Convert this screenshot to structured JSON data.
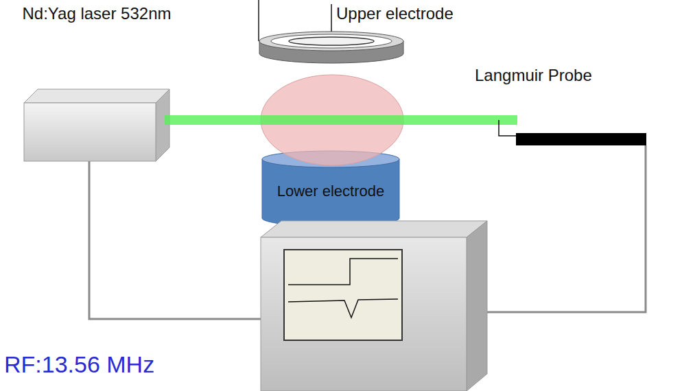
{
  "diagram": {
    "nodes": [
      {
        "text": [
          "Nd:Yag laser 532nm"
        ]
      },
      {
        "text": [
          "Upper electrode"
        ]
      },
      {
        "text": [
          "Langmuir Probe"
        ]
      },
      {
        "text": [
          "Lower electrode"
        ]
      }
    ],
    "labels": [
      "RF:13.56 MHz"
    ]
  }
}
